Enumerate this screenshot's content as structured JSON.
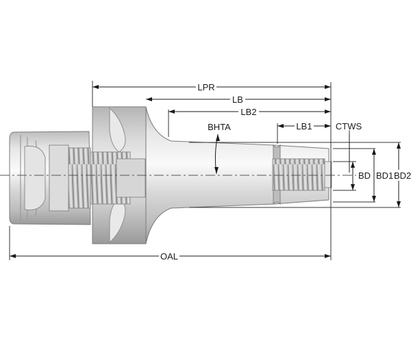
{
  "diagram": {
    "labels": {
      "lpr": "LPR",
      "lb": "LB",
      "lb2": "LB2",
      "bhta": "BHTA",
      "lb1": "LB1",
      "ctws": "CTWS",
      "bd": "BD",
      "bd1": "BD1",
      "bd2": "BD2",
      "oal": "OAL"
    },
    "colors": {
      "body_light": "#f2f2f2",
      "body_mid": "#cfcfcf",
      "body_dark": "#8f8f8f",
      "outline": "#7a7a7a",
      "dimension": "#1a1a1a"
    }
  }
}
